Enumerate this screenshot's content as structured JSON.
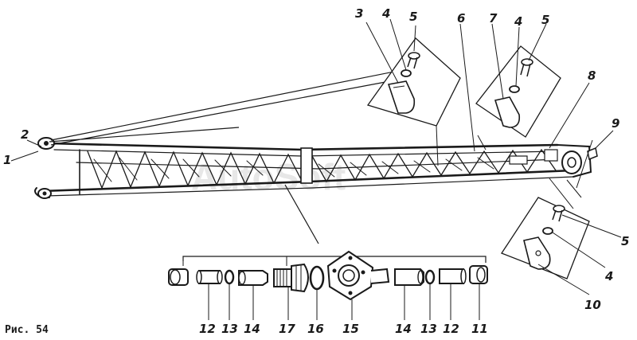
{
  "figure": {
    "caption": "Рис. 54",
    "watermark": "AutoSoft",
    "colors": {
      "ink": "#1a1a1a",
      "paper": "#ffffff",
      "watermark": "#d4d4d4"
    }
  },
  "callouts": {
    "c1": "1",
    "c2": "2",
    "c3": "3",
    "c4a": "4",
    "c5a": "5",
    "c6": "6",
    "c7": "7",
    "c4b": "4",
    "c5b": "5",
    "c8": "8",
    "c9": "9",
    "c5c": "5",
    "c4c": "4",
    "c10": "10",
    "b12a": "12",
    "b13a": "13",
    "b14a": "14",
    "b17": "17",
    "b16": "16",
    "b15": "15",
    "b14b": "14",
    "b13b": "13",
    "b12b": "12",
    "b11": "11"
  }
}
